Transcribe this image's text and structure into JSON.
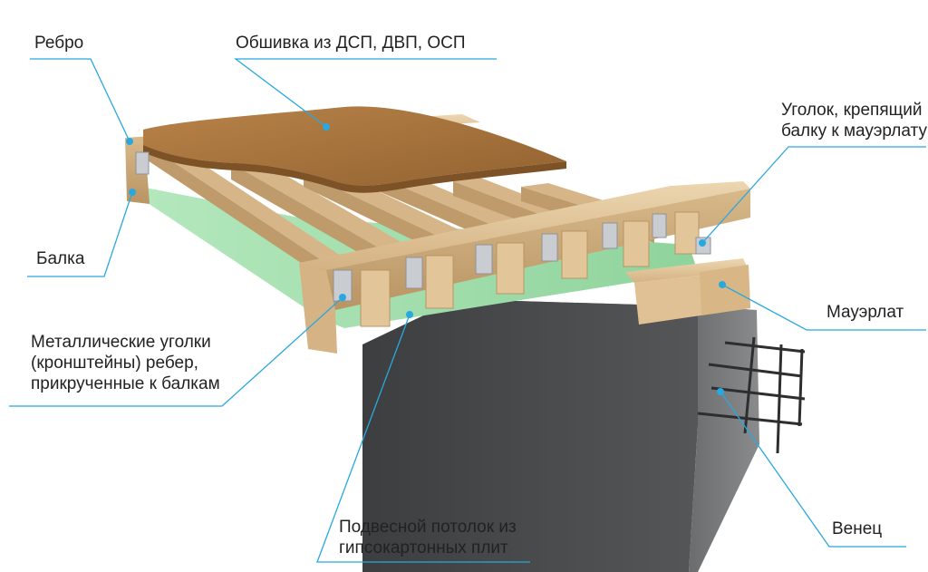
{
  "diagram": {
    "labels": {
      "rebro": "Ребро",
      "obshivka": "Обшивка из ДСП, ДВП, ОСП",
      "ugolok": [
        "Уголок, крепящий",
        "балку к мауэрлату"
      ],
      "balka": "Балка",
      "mauerlat": "Мауэрлат",
      "kronshteiny": [
        "Металлические уголки",
        "(кронштейны) ребер,",
        "прикрученные к балкам"
      ],
      "potolok": [
        "Подвесной потолок из",
        "гипсокартонных плит"
      ],
      "venets": "Венец"
    },
    "colors": {
      "leader": "#29a8e0",
      "wood": "#dcbf93",
      "wood_dark": "#b89466",
      "board": "#a8743e",
      "drywall": "#9fdcab",
      "concrete": "#5e5f60",
      "concrete_dark": "#3a3b3c",
      "rebar": "#2e2e2e",
      "bracket": "#c9ccd0"
    }
  }
}
